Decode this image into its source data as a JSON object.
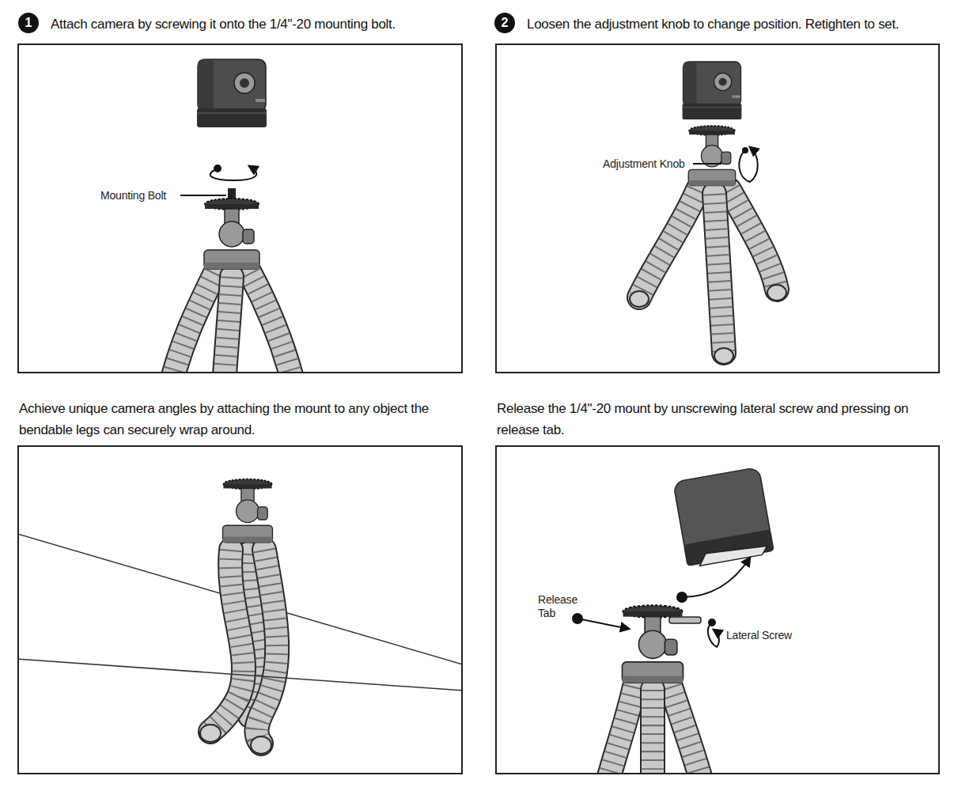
{
  "diagram": {
    "nodes": [
      {
        "text": [
          "Attach camera by screwing it onto the 1/4\"-20 mounting bolt."
        ]
      },
      {
        "text": [
          "Loosen the adjustment knob to change position. Retighten to set."
        ]
      },
      {
        "text": [
          "Achieve unique camera angles by attaching the mount to any object the bendable legs can securely wrap around."
        ]
      },
      {
        "text": [
          "Release the 1/4\"-20 mount by unscrewing lateral screw and pressing on release tab."
        ]
      }
    ],
    "labels": [
      "1",
      "2",
      "Mounting Bolt",
      "Adjustment Knob",
      "Release Tab",
      "Lateral Screw"
    ]
  }
}
